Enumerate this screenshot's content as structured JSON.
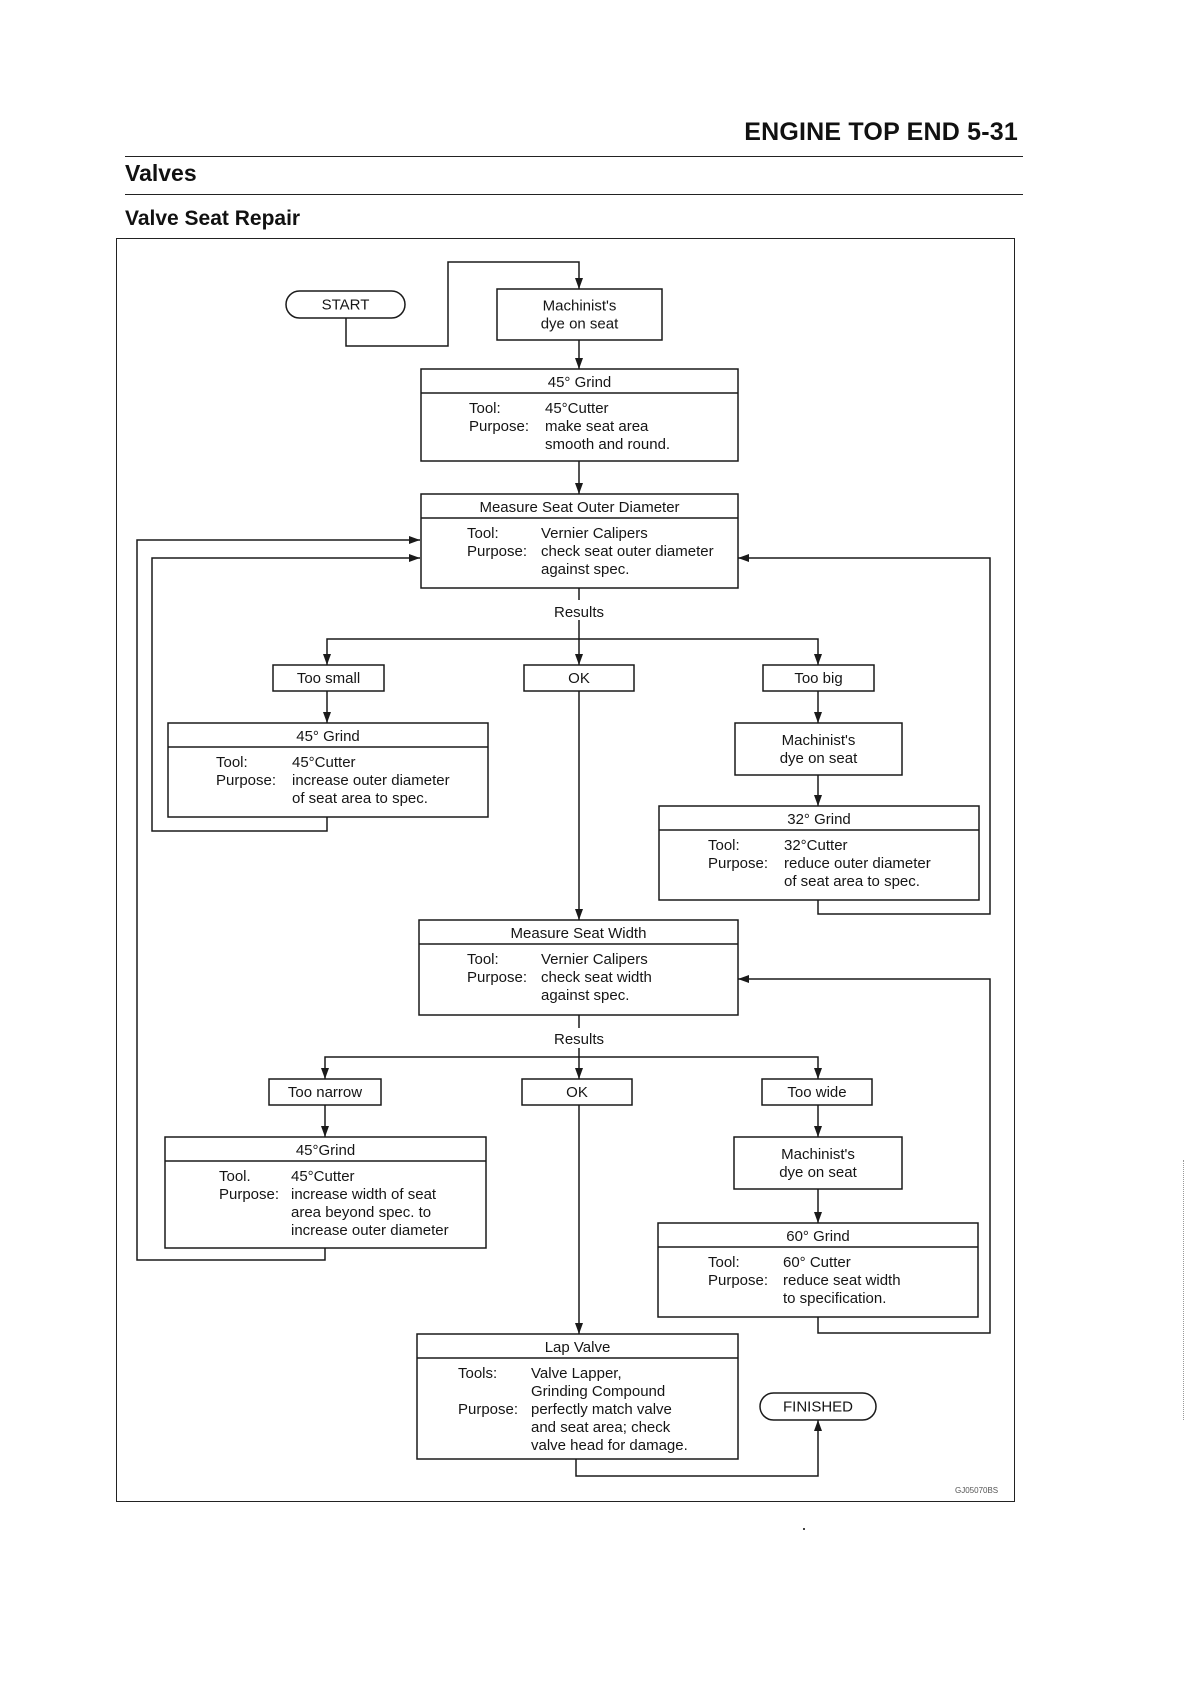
{
  "header": {
    "page_title": "ENGINE TOP END 5-31",
    "section": "Valves",
    "subsection": "Valve Seat Repair"
  },
  "nodes": {
    "start": "START",
    "dye1": [
      "Machinist's",
      "dye on seat"
    ],
    "grind45a": {
      "title": "45° Grind",
      "rows": [
        [
          "Tool:",
          "45°Cutter"
        ],
        [
          "Purpose:",
          "make seat area"
        ],
        [
          "",
          "smooth and round."
        ]
      ]
    },
    "measure_od": {
      "title": "Measure Seat Outer Diameter",
      "rows": [
        [
          "Tool:",
          "Vernier Calipers"
        ],
        [
          "Purpose:",
          "check seat outer diameter"
        ],
        [
          "",
          "against spec."
        ]
      ]
    },
    "results1": "Results",
    "too_small": "Too small",
    "ok1": "OK",
    "too_big": "Too big",
    "grind45b": {
      "title": "45° Grind",
      "rows": [
        [
          "Tool:",
          "45°Cutter"
        ],
        [
          "Purpose:",
          "increase outer diameter"
        ],
        [
          "",
          "of seat area to spec."
        ]
      ]
    },
    "dye2": [
      "Machinist's",
      "dye on seat"
    ],
    "grind32": {
      "title": "32° Grind",
      "rows": [
        [
          "Tool:",
          "32°Cutter"
        ],
        [
          "Purpose:",
          "reduce outer diameter"
        ],
        [
          "",
          "of seat area to spec."
        ]
      ]
    },
    "measure_w": {
      "title": "Measure Seat Width",
      "rows": [
        [
          "Tool:",
          "Vernier Calipers"
        ],
        [
          "Purpose:",
          "check seat width"
        ],
        [
          "",
          "against spec."
        ]
      ]
    },
    "results2": "Results",
    "too_narrow": "Too narrow",
    "ok2": "OK",
    "too_wide": "Too wide",
    "grind45c": {
      "title": "45°Grind",
      "rows": [
        [
          "Tool.",
          "45°Cutter"
        ],
        [
          "Purpose:",
          "increase width of seat"
        ],
        [
          "",
          "area beyond spec. to"
        ],
        [
          "",
          "increase outer diameter"
        ]
      ]
    },
    "dye3": [
      "Machinist's",
      "dye on seat"
    ],
    "grind60": {
      "title": "60° Grind",
      "rows": [
        [
          "Tool:",
          "60° Cutter"
        ],
        [
          "Purpose:",
          "reduce seat width"
        ],
        [
          "",
          "to specification."
        ]
      ]
    },
    "lap": {
      "title": "Lap Valve",
      "rows": [
        [
          "Tools:",
          "Valve Lapper,"
        ],
        [
          "",
          "Grinding Compound"
        ],
        [
          "Purpose:",
          "perfectly match valve"
        ],
        [
          "",
          "and seat area; check"
        ],
        [
          "",
          "valve head for damage."
        ]
      ]
    },
    "finished": "FINISHED"
  },
  "figure_code": "GJ05070BS"
}
